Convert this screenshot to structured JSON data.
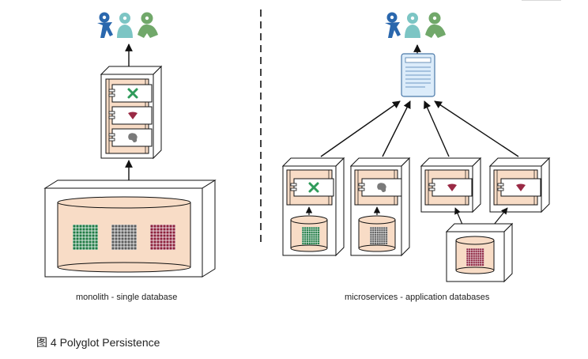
{
  "labels": {
    "left": "monolith - single database",
    "right": "microservices - application databases"
  },
  "caption": "图 4 Polyglot Persistence",
  "colors": {
    "user_blue": "#2a67ad",
    "user_teal": "#7cc5c4",
    "user_green": "#71a86a",
    "peach": "#f8dcc6",
    "grid_green": "#1f7a43",
    "grid_gray": "#5b5b5b",
    "grid_maroon": "#8c1f3a",
    "icon_green_x": "#2f9b5a",
    "icon_maroon_heart": "#9a2a45",
    "icon_gray_blob": "#7a7a7a",
    "doc_blue": "#dcecfa"
  },
  "icons": {
    "users": "users-icon",
    "document": "document-icon",
    "x": "x-mark-icon",
    "heart": "heart-icon",
    "blob": "blob-icon",
    "grid": "data-grid-icon"
  }
}
